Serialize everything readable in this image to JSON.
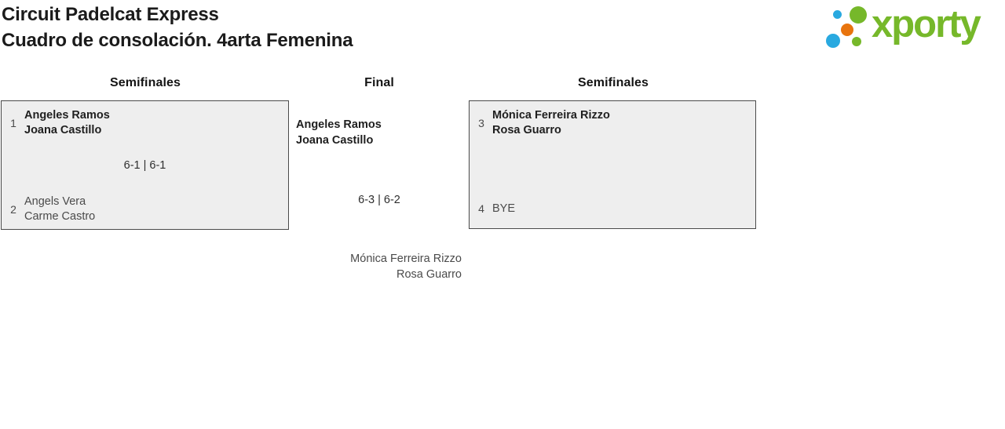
{
  "header": {
    "title_line1": "Circuit Padelcat Express",
    "title_line2": "Cuadro de consolación. 4arta Femenina"
  },
  "logo": {
    "brand": "xporty",
    "colors": {
      "green": "#76b82a",
      "blue": "#29a9e0",
      "orange": "#e8740e"
    }
  },
  "bracket": {
    "semifinal_left": {
      "title": "Semifinales",
      "team1": {
        "seed": "1",
        "players": [
          "Angeles Ramos",
          "Joana Castillo"
        ],
        "winner": true
      },
      "score": "6-1 | 6-1",
      "team2": {
        "seed": "2",
        "players": [
          "Angels Vera",
          "Carme Castro"
        ],
        "winner": false
      }
    },
    "final": {
      "title": "Final",
      "winner": {
        "players": [
          "Angeles Ramos",
          "Joana Castillo"
        ]
      },
      "score": "6-3 | 6-2",
      "loser": {
        "players": [
          "Mónica Ferreira Rizzo",
          "Rosa Guarro"
        ]
      }
    },
    "semifinal_right": {
      "title": "Semifinales",
      "team1": {
        "seed": "3",
        "players": [
          "Mónica Ferreira Rizzo",
          "Rosa Guarro"
        ],
        "winner": true
      },
      "team2": {
        "seed": "4",
        "players": [
          "BYE"
        ],
        "winner": false
      }
    }
  }
}
